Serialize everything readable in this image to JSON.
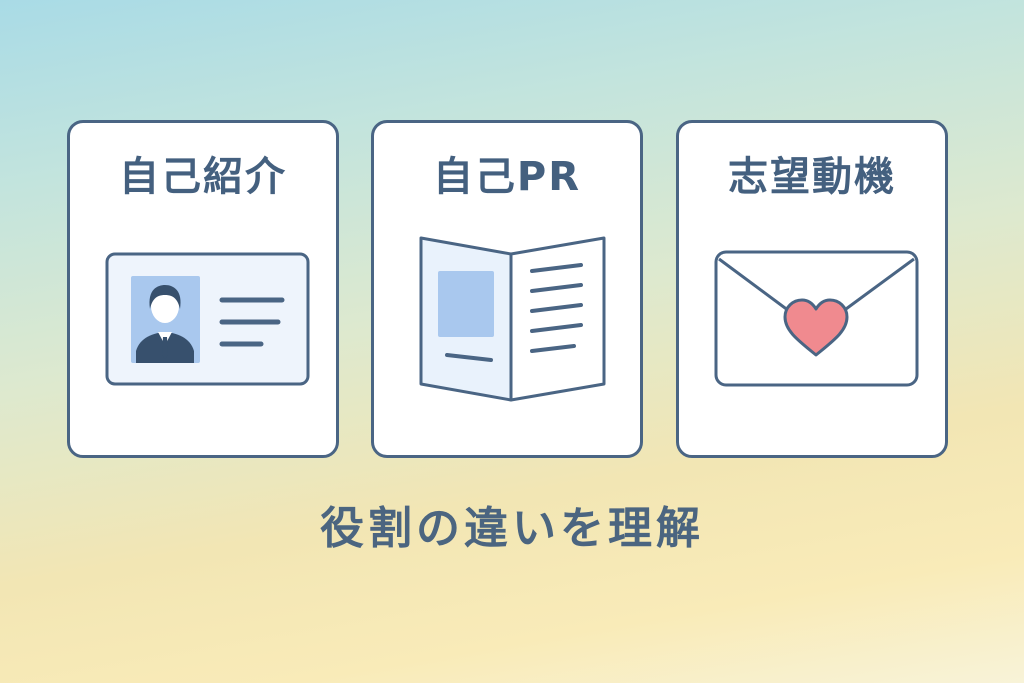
{
  "cards": [
    {
      "title": "自己紹介",
      "icon": "id-card-icon"
    },
    {
      "title": "自己PR",
      "icon": "open-booklet-icon"
    },
    {
      "title": "志望動機",
      "icon": "heart-envelope-icon"
    }
  ],
  "caption": "役割の違いを理解",
  "colors": {
    "outline": "#4a6584",
    "card_fill": "#ffffff",
    "accent_blue": "#a9c8ee",
    "light_blue": "#e9f2fc",
    "heart": "#f08a8f"
  }
}
